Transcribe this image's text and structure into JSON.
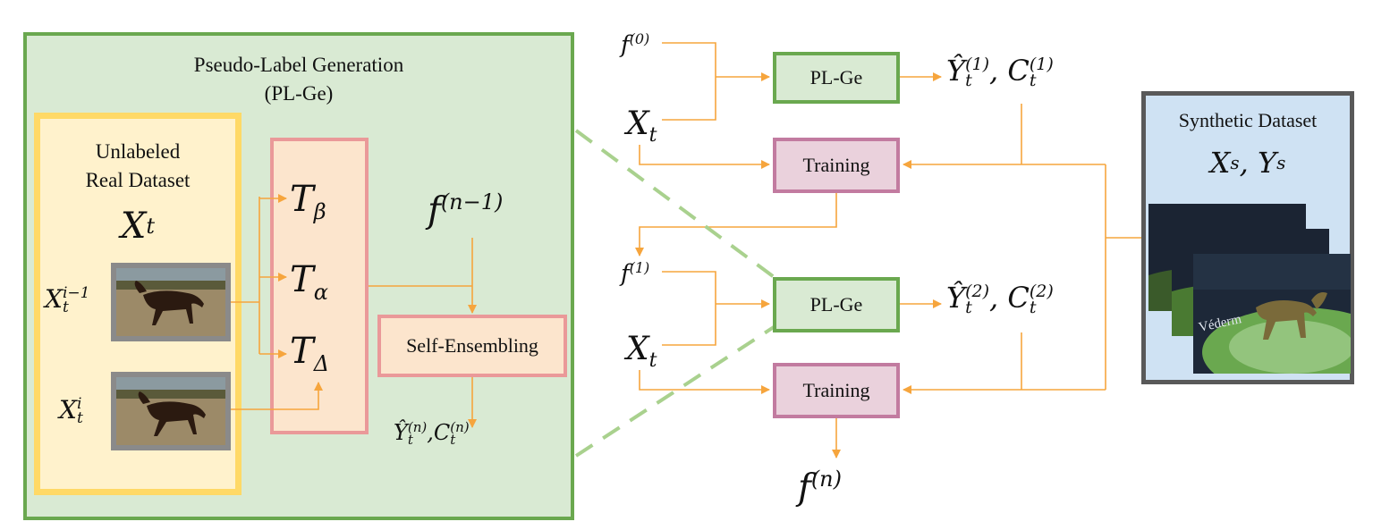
{
  "colors": {
    "pl_ge_fill": "#d9ead3",
    "pl_ge_border": "#6aa84f",
    "dataset_fill": "#fff2cc",
    "dataset_border": "#ffd966",
    "transform_fill": "#fce5cd",
    "transform_border": "#ea9999",
    "training_fill": "#ead1dc",
    "training_border": "#c27ba0",
    "synthetic_fill": "#cfe2f3",
    "synthetic_border": "#595959",
    "arrow": "#f6a53d",
    "dashed": "#a9d18e"
  },
  "pl_ge_panel": {
    "title_line1": "Pseudo-Label Generation",
    "title_line2": "(PL-Ge)"
  },
  "real_dataset": {
    "title_line1": "Unlabeled",
    "title_line2": "Real Dataset",
    "symbol": "X",
    "symbol_sub": "t",
    "frame_prev": {
      "base": "X",
      "sub": "t",
      "sup": "i−1"
    },
    "frame_curr": {
      "base": "X",
      "sub": "t",
      "sup": "i"
    }
  },
  "transforms": {
    "beta": {
      "base": "T",
      "sub": "β"
    },
    "alpha": {
      "base": "T",
      "sub": "α"
    },
    "delta": {
      "base": "T",
      "sub": "Δ"
    }
  },
  "prev_model": {
    "base": "f",
    "sup": "(n−1)"
  },
  "self_ensembling": "Self-Ensembling",
  "pl_output": {
    "y": "Ŷ",
    "y_sub": "t",
    "y_sup": "(n)",
    "sep": ",",
    "c": "C",
    "c_sub": "t",
    "c_sup": "(n)"
  },
  "pipeline": {
    "f0": {
      "base": "f",
      "sup": "(0)"
    },
    "f1": {
      "base": "f",
      "sup": "(1)"
    },
    "fn": {
      "base": "f",
      "sup": "(n)"
    },
    "xt_1": {
      "base": "X",
      "sub": "t"
    },
    "xt_2": {
      "base": "X",
      "sub": "t"
    },
    "plge_1": "PL-Ge",
    "plge_2": "PL-Ge",
    "training_1": "Training",
    "training_2": "Training",
    "out1": {
      "y": "Ŷ",
      "y_sub": "t",
      "y_sup": "(1)",
      "sep": ",",
      "c": "C",
      "c_sub": "t",
      "c_sup": "(1)"
    },
    "out2": {
      "y": "Ŷ",
      "y_sub": "t",
      "y_sup": "(2)",
      "sep": ",",
      "c": "C",
      "c_sub": "t",
      "c_sup": "(2)"
    }
  },
  "synthetic": {
    "title": "Synthetic Dataset",
    "x": "X",
    "x_sub": "s",
    "sep": ",",
    "y": "Y",
    "y_sub": "s",
    "watermark": "Véderm"
  }
}
